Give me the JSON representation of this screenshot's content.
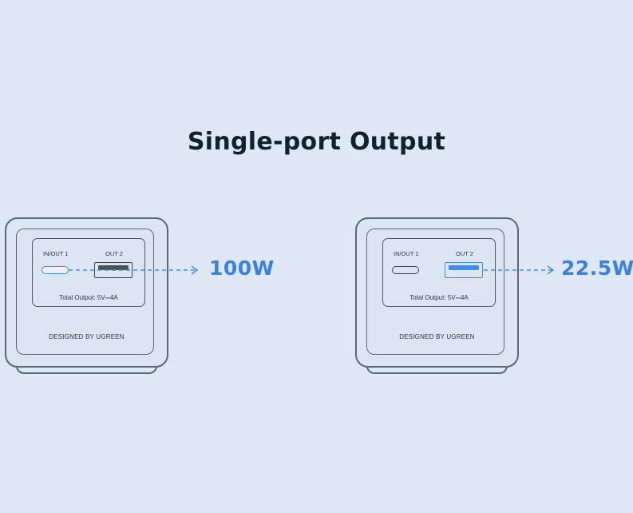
{
  "title": "Single-port Output",
  "accent_color": "#3b82e0",
  "devices": [
    {
      "port1_label": "IN/OUT 1",
      "port2_label": "OUT 2",
      "active_port": "IN/OUT 1",
      "total_output": "Total Output: 5V⎓4A",
      "brand": "DESIGNED BY UGREEN",
      "output_watt": "100W"
    },
    {
      "port1_label": "IN/OUT 1",
      "port2_label": "OUT 2",
      "active_port": "OUT 2",
      "total_output": "Total Output: 5V⎓4A",
      "brand": "DESIGNED BY UGREEN",
      "output_watt": "22.5W"
    }
  ]
}
